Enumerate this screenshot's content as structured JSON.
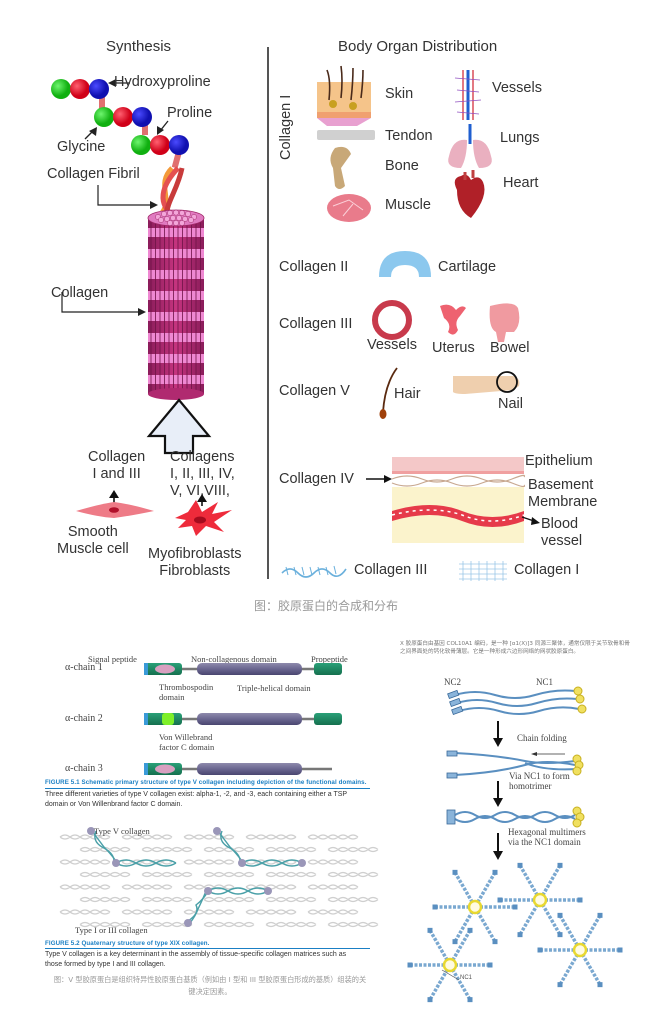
{
  "top_figure": {
    "synthesis": {
      "title": "Synthesis",
      "labels": {
        "hydroxyproline": "Hydroxyproline",
        "proline": "Proline",
        "glycine": "Glycine",
        "collagen_fibril": "Collagen Fibril",
        "collagen": "Collagen",
        "collagen_i_iii_line1": "Collagen",
        "collagen_i_iii_line2": "I and III",
        "collagens_line1": "Collagens",
        "collagens_line2": "I, II, III, IV,",
        "collagens_line3": "V, VI,VIII,",
        "smooth_line1": "Smooth",
        "smooth_line2": "Muscle cell",
        "myo_line1": "Myofibroblasts",
        "myo_line2": "Fibroblasts"
      },
      "colors": {
        "glycine": "#1ec81e",
        "proline": "#e8132a",
        "hydroxyproline": "#1a1ad0",
        "fibril": "#c2287a"
      }
    },
    "distribution": {
      "title": "Body Organ Distribution",
      "collagen_i": {
        "label": "Collagen I",
        "organs": [
          "Skin",
          "Tendon",
          "Bone",
          "Muscle",
          "Vessels",
          "Lungs",
          "Heart"
        ]
      },
      "collagen_ii": {
        "label": "Collagen II",
        "organs": [
          "Cartilage"
        ]
      },
      "collagen_iii": {
        "label": "Collagen III",
        "organs": [
          "Vessels",
          "Uterus",
          "Bowel"
        ]
      },
      "collagen_v": {
        "label": "Collagen V",
        "organs": [
          "Hair",
          "Nail"
        ]
      },
      "collagen_iv": {
        "label": "Collagen IV",
        "layers": {
          "epithelium": "Epithelium",
          "basement_1": "Basement",
          "basement_2": "Membrane",
          "blood_1": "Blood",
          "blood_2": "vessel"
        }
      },
      "legend": {
        "collagen_iii": "Collagen III",
        "collagen_i": "Collagen I"
      }
    },
    "caption": "图：胶原蛋白的合成和分布"
  },
  "figure_5_1": {
    "chains": [
      "α-chain 1",
      "α-chain 2",
      "α-chain 3"
    ],
    "labels": {
      "signal_peptide": "Signal peptide",
      "non_collagenous": "Non-collagenous domain",
      "propeptide": "Propeptide",
      "thrombospondin_1": "Thrombospodin",
      "thrombospondin_2": "domain",
      "triple_helical": "Triple-helical domain",
      "vwf_1": "Von Willebrand",
      "vwf_2": "factor C domain"
    },
    "title": "FIGURE 5.1  Schematic primary structure of type V collagen including depiction of the functional domains.",
    "description": "Three different varieties of type V collagen exist: alpha-1, -2, and -3, each containing either a TSP domain or Von Willenbrand factor C domain."
  },
  "figure_5_2": {
    "labels": {
      "type_v": "Type V collagen",
      "type_i_iii": "Type I or III collagen"
    },
    "title": "FIGURE 5.2  Quaternary structure of type XIX collagen.",
    "description": "Type V collagen is a key determinant in the assembly of tissue-specific collagen matrices such as those formed by type I and III collagen.",
    "caption_cn_1": "图：V 型胶原蛋白是组织特异性胶原蛋白基质（例如由 I 型和 III 型胶原蛋白形成的基质）组装的关",
    "caption_cn_2": "键决定因素。"
  },
  "collagen_x": {
    "intro_1": "X 胶原蛋白由基因 COL10A1 编码，是一种 [α1(X)]3 同源三聚体，通常仅限于关节软骨和骨",
    "intro_2": "之间界面处的钙化软骨薄层。它是一种形成六边形网络的网状胶原蛋白。",
    "labels": {
      "nc2": "NC2",
      "nc1": "NC1",
      "chain_folding": "Chain folding",
      "via_nc1_1": "Via NC1 to form",
      "via_nc1_2": "homotrimer",
      "hex_1": "Hexagonal multimers",
      "hex_2": "via the NC1 domain",
      "nc1_pointer": "NC1"
    }
  }
}
